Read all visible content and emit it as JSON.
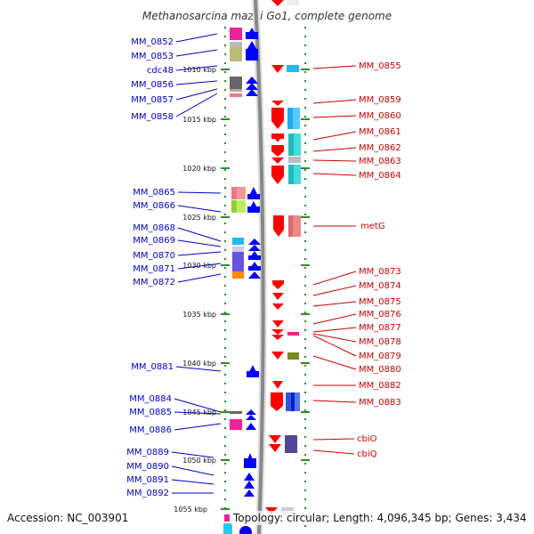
{
  "title": "Methanosarcina mazei Go1, complete genome",
  "footer": {
    "accession": "Accession: NC_003901",
    "topology": "Topology: circular; Length: 4,096,345 bp; Genes: 3,434"
  },
  "ticks": [
    "1010 kbp",
    "1015 kbp",
    "1020 kbp",
    "1025 kbp",
    "1030 kbp",
    "1035 kbp",
    "1040 kbp",
    "1045 kbp",
    "1050 kbp",
    "1055 kbp"
  ],
  "left_genes": [
    "MM_0852",
    "MM_0853",
    "cdc48",
    "MM_0856",
    "MM_0857",
    "MM_0858",
    "MM_0865",
    "MM_0866",
    "MM_0868",
    "MM_0869",
    "MM_0870",
    "MM_0871",
    "MM_0872",
    "MM_0881",
    "MM_0884",
    "MM_0885",
    "MM_0886",
    "MM_0889",
    "MM_0890",
    "MM_0891",
    "MM_0892"
  ],
  "right_genes": [
    "MM_0855",
    "MM_0859",
    "MM_0860",
    "MM_0861",
    "MM_0862",
    "MM_0863",
    "MM_0864",
    "metG",
    "MM_0873",
    "MM_0874",
    "MM_0875",
    "MM_0876",
    "MM_0877",
    "MM_0878",
    "MM_0879",
    "MM_0880",
    "MM_0882",
    "MM_0883",
    "cbiO",
    "cbiQ"
  ],
  "colors": {
    "left_label": "#0000cc",
    "right_label": "#cc0000",
    "forward_gene": "#0000ff",
    "reverse_gene": "#ff0000",
    "backbone": "#888888",
    "track_dots": "#2e8b2e"
  }
}
